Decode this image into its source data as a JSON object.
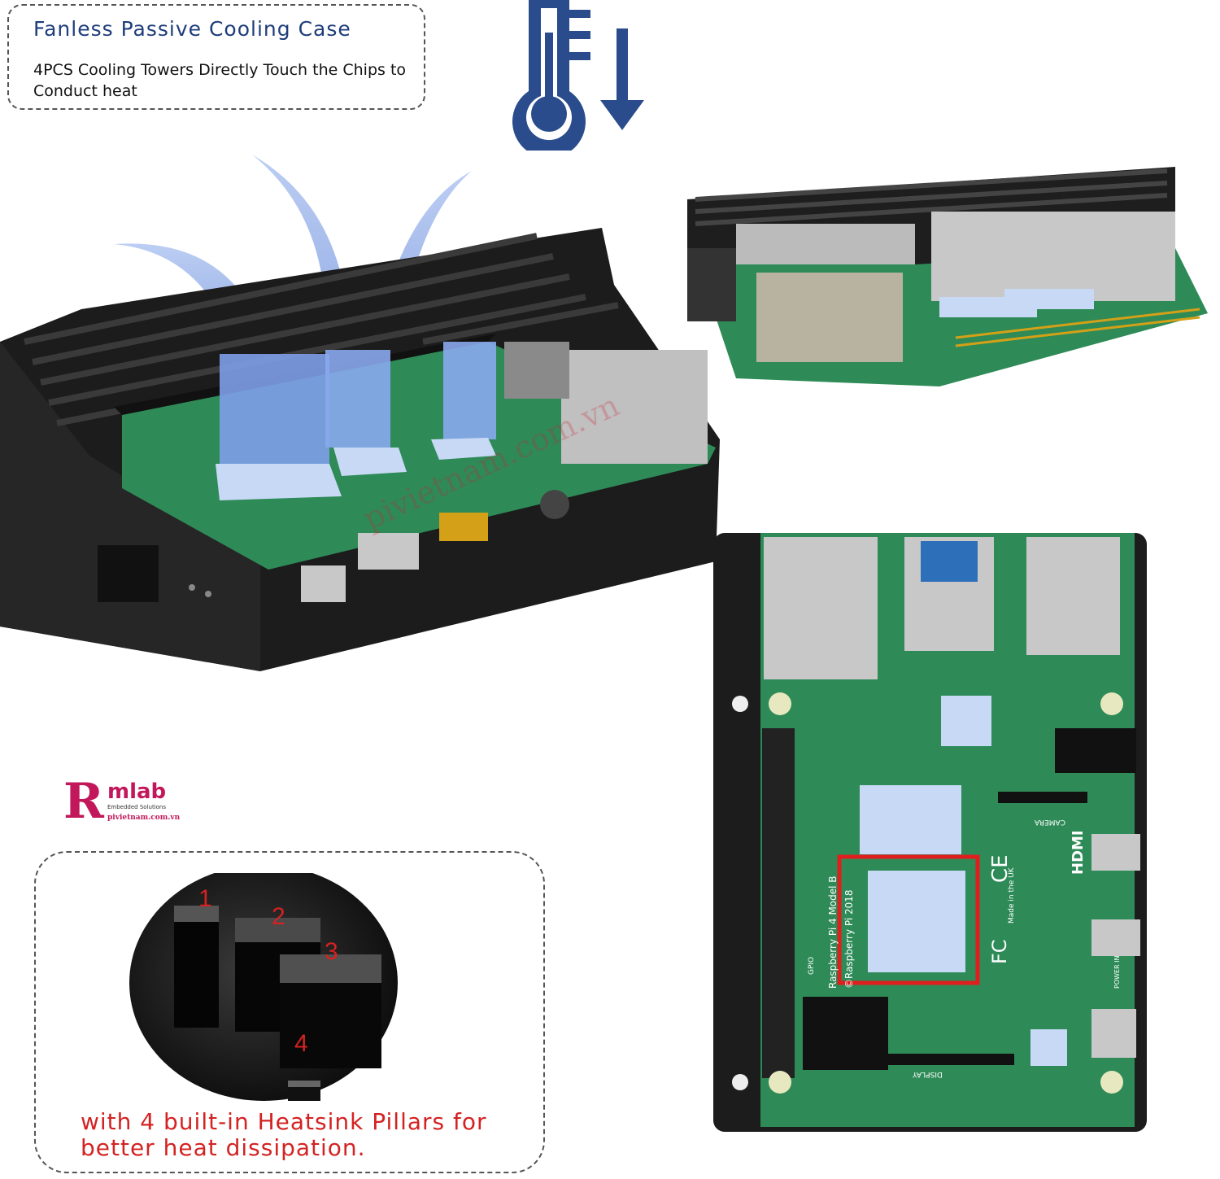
{
  "callout_top": {
    "title": "Fanless Passive Cooling Case",
    "body": "4PCS Cooling Towers Directly Touch the Chips to Conduct heat"
  },
  "callout_bottom": {
    "caption": "with 4 built-in Heatsink Pillars for better heat dissipation.",
    "pillar_labels": [
      "1",
      "2",
      "3",
      "4"
    ]
  },
  "logo": {
    "letter": "R",
    "name": "mlab",
    "tagline": "Embedded Solutions",
    "url": "pivietnam.com.vn"
  },
  "watermark": "pivietnam.com.vn",
  "colors": {
    "title_blue": "#1e3d7a",
    "icon_blue": "#2b4c8c",
    "caption_red": "#d42222",
    "logo_magenta": "#c2185b",
    "pcb_green": "#2e8b57",
    "case_black": "#1c1c1c",
    "thermal_pad": "#c7d9f5"
  },
  "icons": [
    "thermometer-icon",
    "down-arrow-icon"
  ],
  "board_labels": {
    "model": "Raspberry Pi 4 Model B",
    "copyright": "©Raspberry Pi 2018",
    "port_hdmi": "HDMI",
    "port_camera": "CAMERA",
    "port_power": "POWER IN",
    "port_display": "DISPLAY",
    "header": "GPIO",
    "ce": "CE",
    "fc": "FC",
    "made_in": "Made in the UK"
  }
}
